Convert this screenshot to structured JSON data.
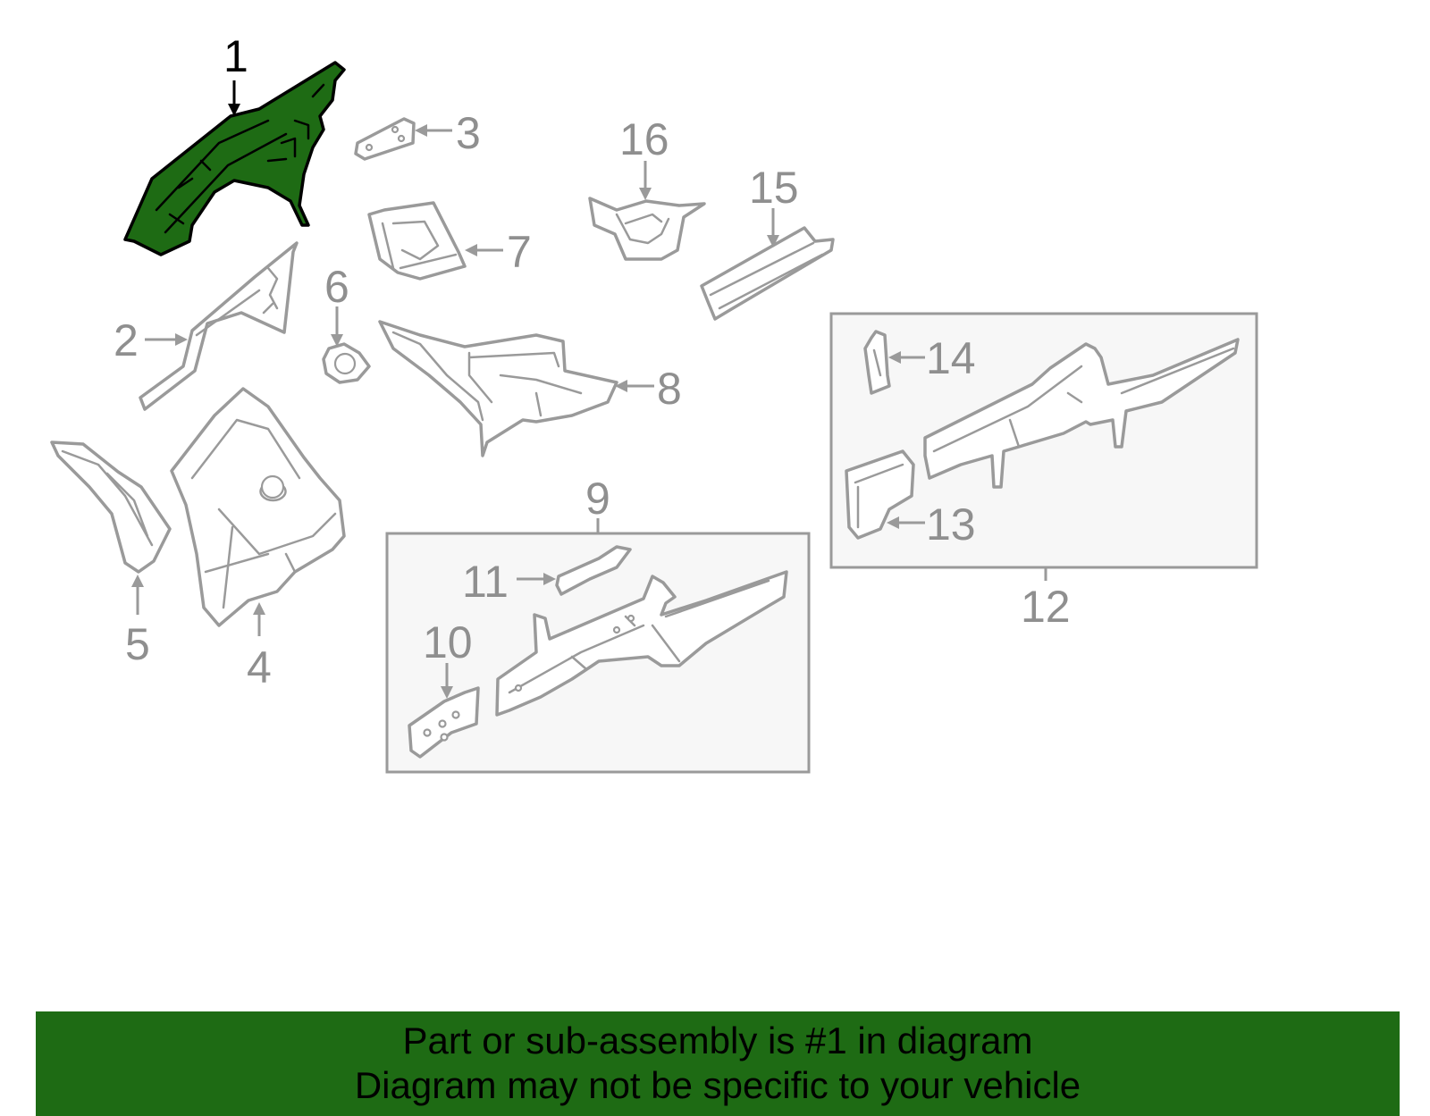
{
  "diagram": {
    "callouts": {
      "c1": "1",
      "c2": "2",
      "c3": "3",
      "c4": "4",
      "c5": "5",
      "c6": "6",
      "c7": "7",
      "c8": "8",
      "c9": "9",
      "c10": "10",
      "c11": "11",
      "c12": "12",
      "c13": "13",
      "c14": "14",
      "c15": "15",
      "c16": "16"
    },
    "highlighted_part": "1",
    "highlight_color": "#1e6b14",
    "line_color": "#9a9a9a"
  },
  "banner": {
    "line1": "Part or sub-assembly is #1 in diagram",
    "line2": "Diagram may not be specific to your vehicle",
    "background": "#1e6b14"
  }
}
